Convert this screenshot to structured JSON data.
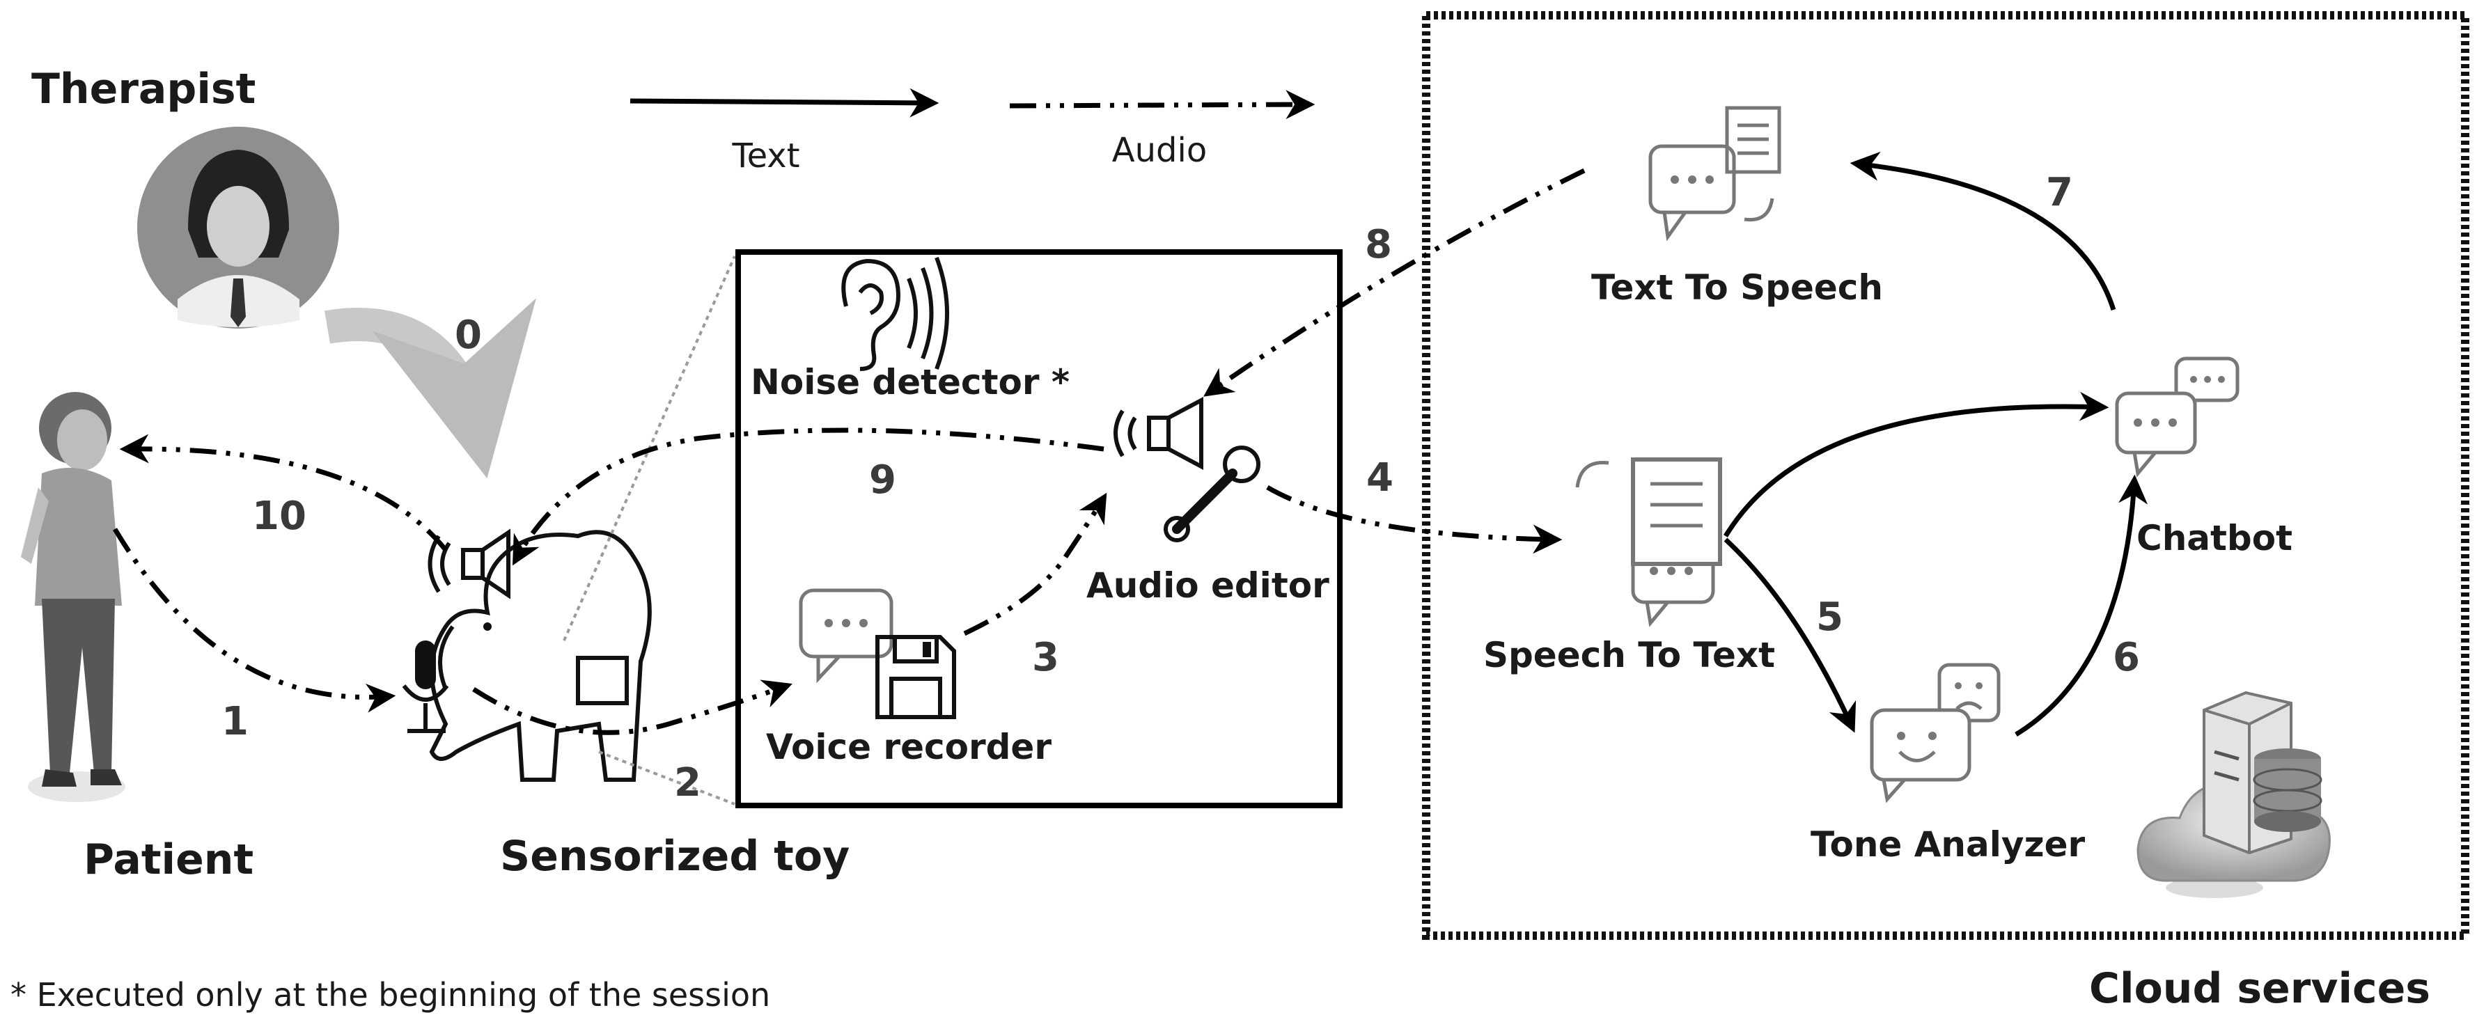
{
  "actors": {
    "therapist": "Therapist",
    "patient": "Patient",
    "toy": "Sensorized toy"
  },
  "legend": {
    "text": "Text",
    "audio": "Audio"
  },
  "toy_modules": {
    "noise_detector": "Noise detector *",
    "audio_editor": "Audio editor",
    "voice_recorder": "Voice recorder"
  },
  "cloud": {
    "title": "Cloud services",
    "text_to_speech": "Text To Speech",
    "speech_to_text": "Speech To Text",
    "chatbot": "Chatbot",
    "tone_analyzer": "Tone Analyzer"
  },
  "steps": [
    "0",
    "1",
    "2",
    "3",
    "4",
    "5",
    "6",
    "7",
    "8",
    "9",
    "10"
  ],
  "footnote": "* Executed only at the beginning of the session",
  "colors": {
    "arrow": "#000000",
    "icon_gray": "#777777",
    "figure_gray": "#9a9a9a"
  }
}
